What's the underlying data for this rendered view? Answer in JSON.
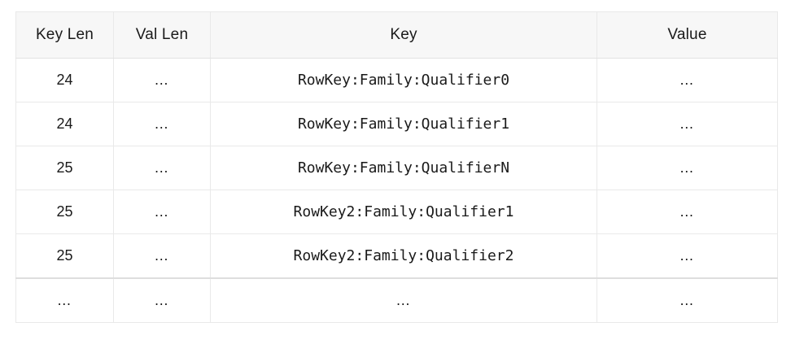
{
  "table": {
    "name": "hbase-keyvalue-layout-table",
    "columns": [
      {
        "id": "key_len",
        "label": "Key Len"
      },
      {
        "id": "val_len",
        "label": "Val Len"
      },
      {
        "id": "key",
        "label": "Key"
      },
      {
        "id": "value",
        "label": "Value"
      }
    ],
    "rows": [
      {
        "key_len": "24",
        "val_len": "…",
        "key": "RowKey:Family:Qualifier0",
        "value": "…"
      },
      {
        "key_len": "24",
        "val_len": "…",
        "key": "RowKey:Family:Qualifier1",
        "value": "…"
      },
      {
        "key_len": "25",
        "val_len": "…",
        "key": "RowKey:Family:QualifierN",
        "value": "…"
      },
      {
        "key_len": "25",
        "val_len": "…",
        "key": "RowKey2:Family:Qualifier1",
        "value": "…"
      },
      {
        "key_len": "25",
        "val_len": "…",
        "key": "RowKey2:Family:Qualifier2",
        "value": "…"
      },
      {
        "key_len": "…",
        "val_len": "…",
        "key": "…",
        "value": "…"
      }
    ]
  },
  "colors": {
    "header_background": "#f7f7f7",
    "border": "#e9e9e9",
    "header_border": "#e2e2e2",
    "last_row_border": "#dedede",
    "text": "#1a1a1a",
    "page_background": "#ffffff"
  }
}
